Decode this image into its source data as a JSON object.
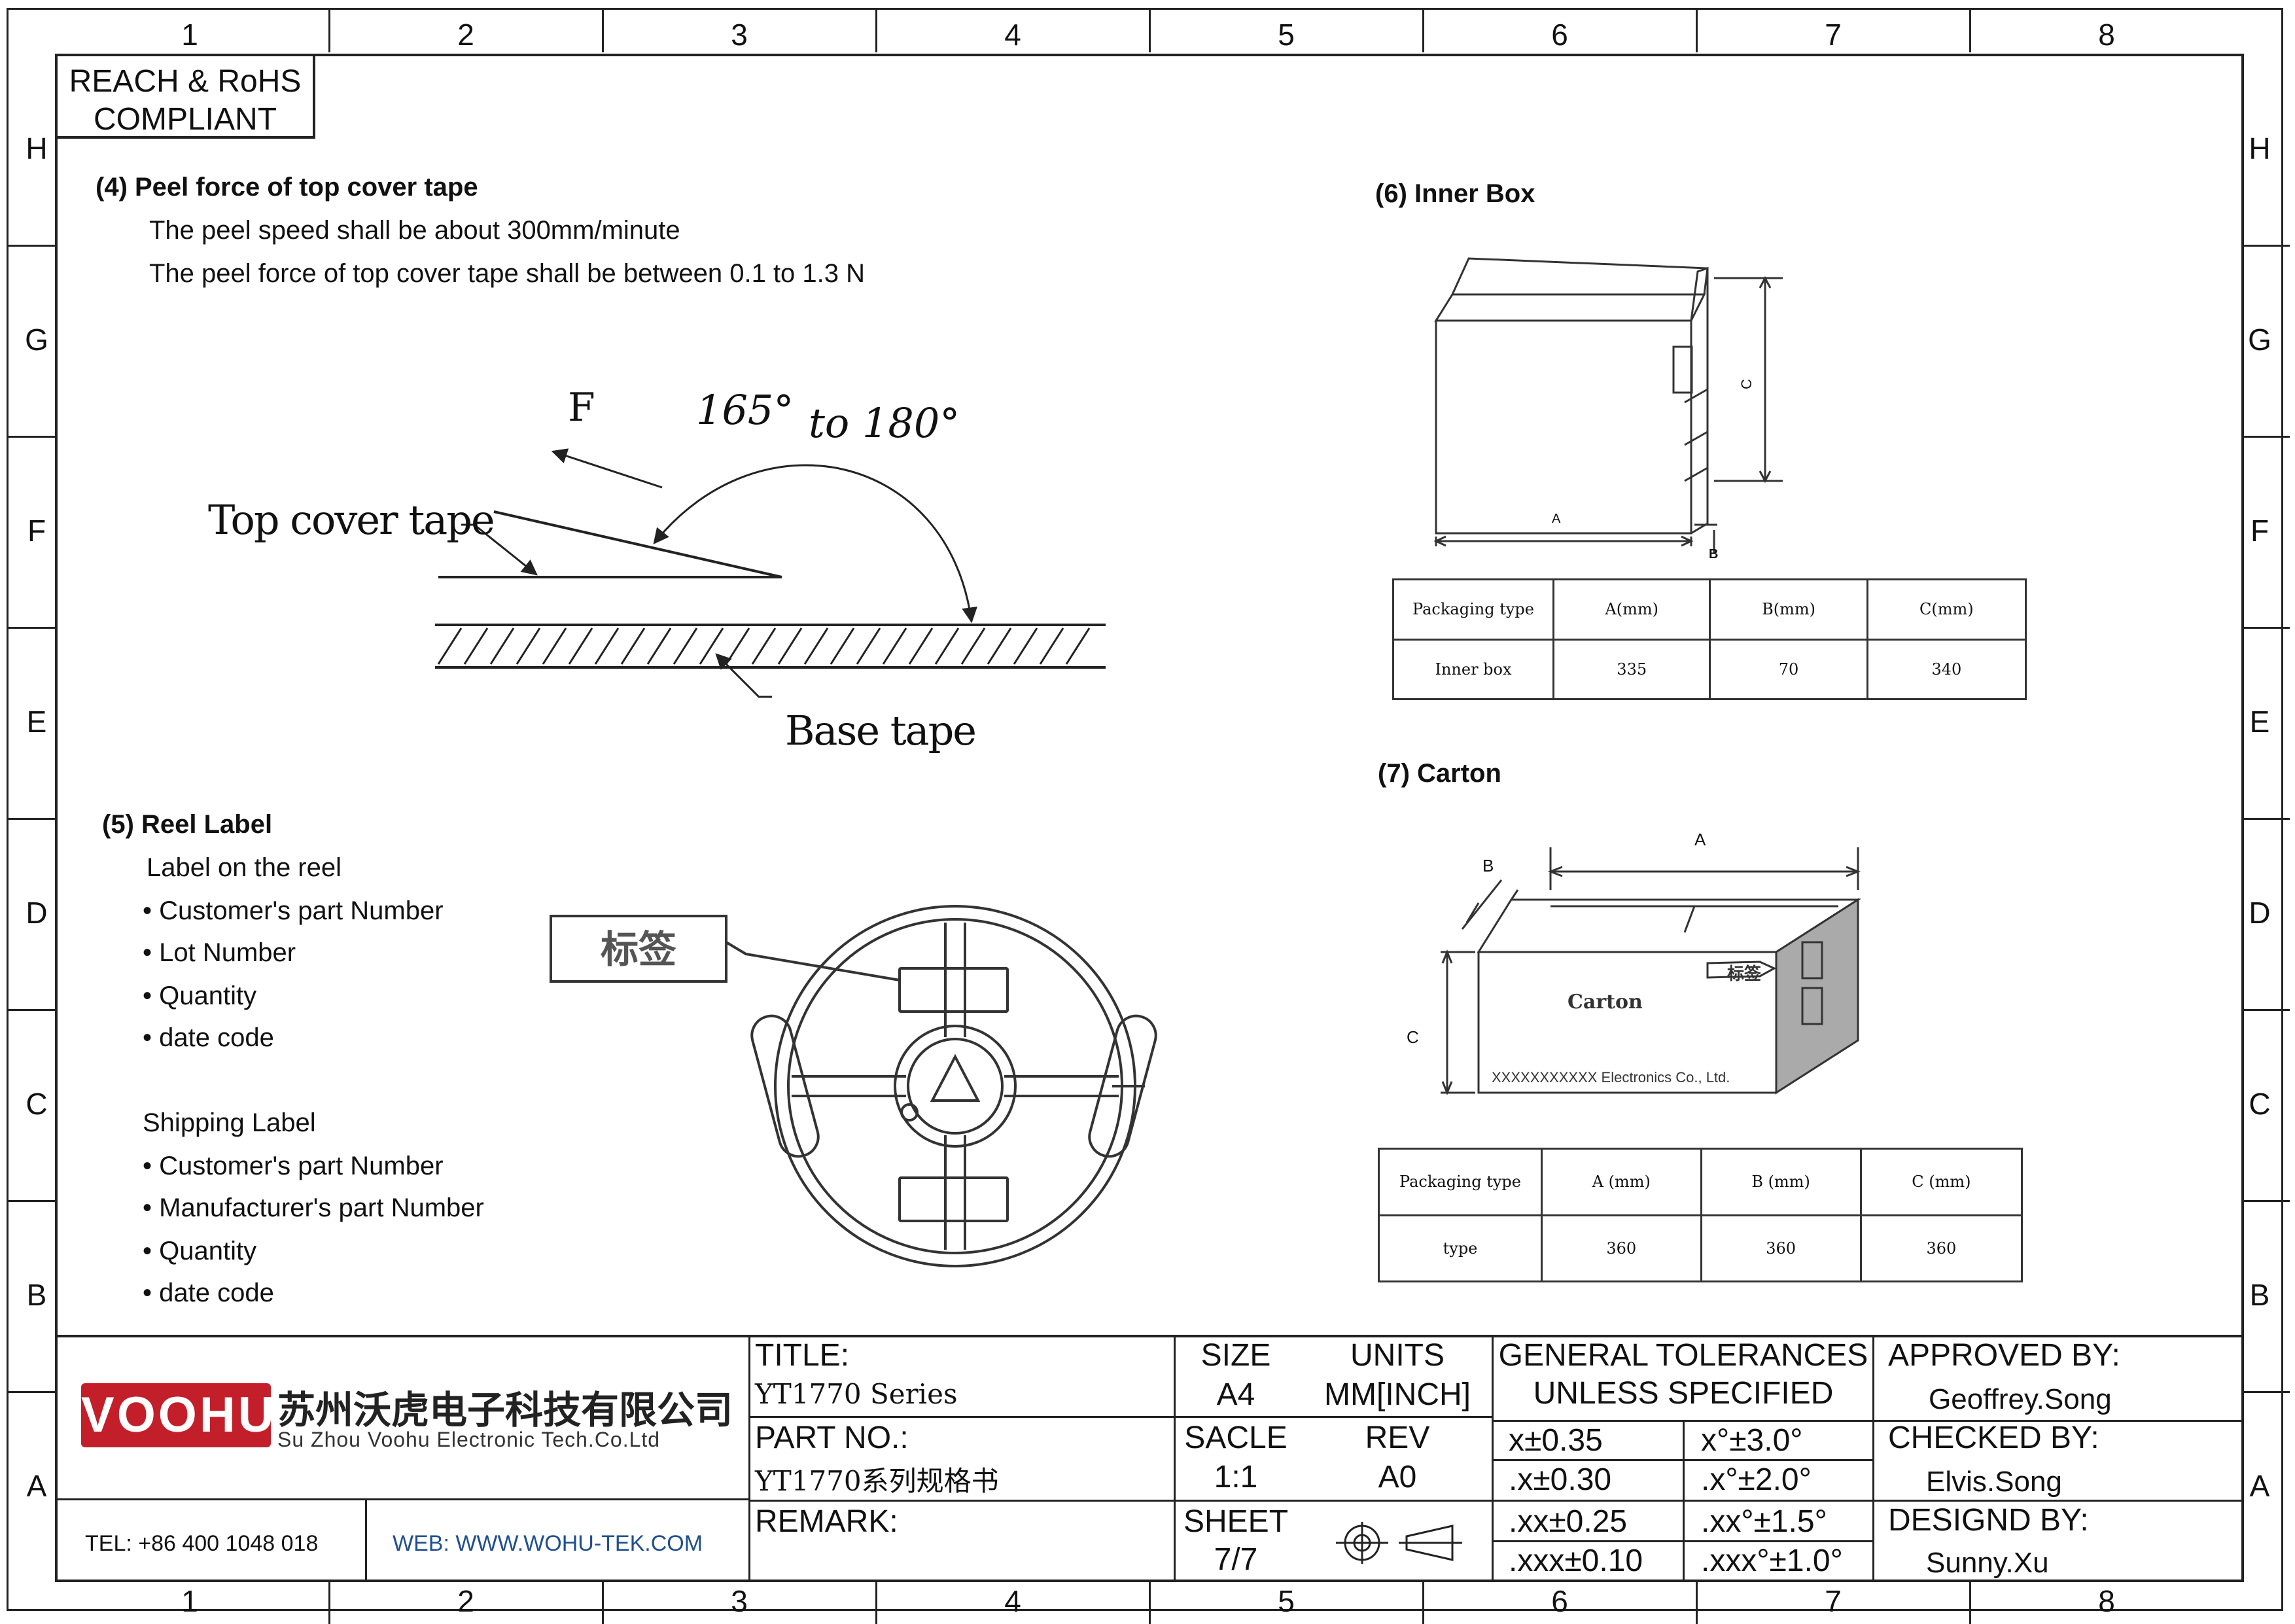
{
  "compliance": {
    "line1": "REACH & RoHS",
    "line2": "COMPLIANT"
  },
  "zones": {
    "columns": [
      "1",
      "2",
      "3",
      "4",
      "5",
      "6",
      "7",
      "8"
    ],
    "rows": [
      "H",
      "G",
      "F",
      "E",
      "D",
      "C",
      "B",
      "A"
    ]
  },
  "peel": {
    "heading": "(4) Peel force of top cover tape",
    "line1": "The peel speed shall be about 300mm/minute",
    "line2": "The peel force of top cover tape shall be between 0.1 to 1.3 N",
    "diagram": {
      "force": "F",
      "angle_from": "165°",
      "angle_to": "to 180°",
      "top_tape": "Top cover tape",
      "base_tape": "Base tape"
    }
  },
  "reel_label": {
    "heading": "(5) Reel Label",
    "sub1": "Label on the reel",
    "items1": [
      "• Customer's part Number",
      "• Lot Number",
      "• Quantity",
      "• date code"
    ],
    "sub2": "Shipping Label",
    "items2": [
      "• Customer's part Number",
      "• Manufacturer's part Number",
      "• Quantity",
      "• date code"
    ],
    "callout": "标签"
  },
  "inner_box": {
    "heading": "(6) Inner Box",
    "dim_a": "A",
    "dim_b": "B",
    "dim_c": "C",
    "table": {
      "headers": [
        "Packaging type",
        "A(mm)",
        "B(mm)",
        "C(mm)"
      ],
      "row": [
        "Inner box",
        "335",
        "70",
        "340"
      ]
    }
  },
  "carton": {
    "heading": "(7) Carton",
    "dim_a": "A",
    "dim_b": "B",
    "dim_c": "C",
    "box_label": "Carton",
    "box_sticker": "标签",
    "box_footer": "XXXXXXXXXXX Electronics Co., Ltd.",
    "table": {
      "headers": [
        "Packaging type",
        "A (mm)",
        "B (mm)",
        "C (mm)"
      ],
      "row": [
        "type",
        "360",
        "360",
        "360"
      ]
    }
  },
  "title_block": {
    "logo": "VOOHU",
    "company_cn": "苏州沃虎电子科技有限公司",
    "company_en": "Su Zhou Voohu Electronic Tech.Co.Ltd",
    "tel": "TEL: +86 400 1048 018",
    "web": "WEB: WWW.WOHU-TEK.COM",
    "title_label": "TITLE:",
    "title_value": "YT1770 Series",
    "part_label": "PART NO.:",
    "part_value": "YT1770系列规格书",
    "remark_label": "REMARK:",
    "size_label": "SIZE",
    "size_value": "A4",
    "units_label": "UNITS",
    "units_value": "MM[INCH]",
    "scale_label": "SACLE",
    "scale_value": "1:1",
    "rev_label": "REV",
    "rev_value": "A0",
    "sheet_label": "SHEET",
    "sheet_value": "7/7",
    "tol_heading1": "GENERAL TOLERANCES",
    "tol_heading2": "UNLESS SPECIFIED",
    "tol_rows": [
      [
        "x±0.35",
        "x°±3.0°"
      ],
      [
        ".x±0.30",
        ".x°±2.0°"
      ],
      [
        ".xx±0.25",
        ".xx°±1.5°"
      ],
      [
        ".xxx±0.10",
        ".xxx°±1.0°"
      ]
    ],
    "approved_label": "APPROVED BY:",
    "approved_value": "Geoffrey.Song",
    "checked_label": "CHECKED BY:",
    "checked_value": "Elvis.Song",
    "designed_label": "DESIGND BY:",
    "designed_value": "Sunny.Xu"
  }
}
